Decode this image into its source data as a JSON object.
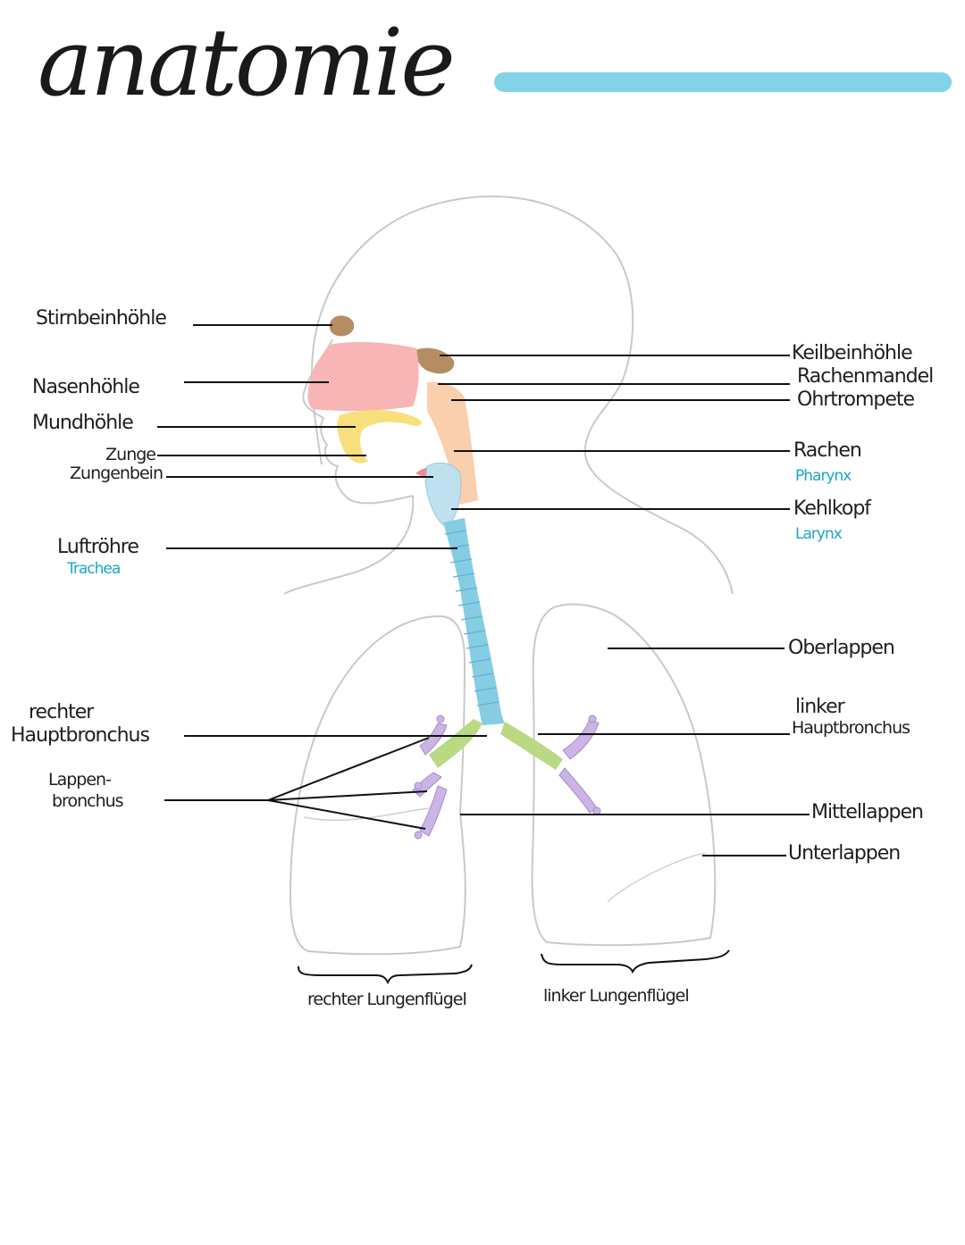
{
  "title": "anatomie",
  "colors": {
    "accent_bar": "#82d3e6",
    "latin_label": "#1aa7c4",
    "nasal_cavity": "#f7b5b5",
    "sinus": "#b58d62",
    "tongue": "#f7e07c",
    "pharynx": "#f9cfae",
    "hyoid": "#f28b95",
    "larynx": "#bfe0ef",
    "trachea": "#86cce3",
    "main_bronchus": "#b9d982",
    "lobar_bronchus": "#cdb4e6"
  },
  "labels": {
    "stirnbeinhoehle": "Stirnbeinhöhle",
    "nasenhoehle": "Nasenhöhle",
    "mundhoehle": "Mundhöhle",
    "zunge": "Zunge",
    "zungenbein": "Zungenbein",
    "luftroehre": "Luftröhre",
    "trachea": "Trachea",
    "rechter_hauptbronchus_1": "rechter",
    "rechter_hauptbronchus_2": "Hauptbronchus",
    "lappenbronchus_1": "Lappen-",
    "lappenbronchus_2": "bronchus",
    "keilbeinhoehle": "Keilbeinhöhle",
    "rachenmandel": "Rachenmandel",
    "ohrtrompete": "Ohrtrompete",
    "rachen": "Rachen",
    "pharynx": "Pharynx",
    "kehlkopf": "Kehlkopf",
    "larynx": "Larynx",
    "oberlappen": "Oberlappen",
    "linker_hauptbronchus_1": "linker",
    "linker_hauptbronchus_2": "Hauptbronchus",
    "mittellappen": "Mittellappen",
    "unterlappen": "Unterlappen",
    "rechter_lungenfluegel": "rechter Lungenflügel",
    "linker_lungenfluegel": "linker Lungenflügel"
  }
}
